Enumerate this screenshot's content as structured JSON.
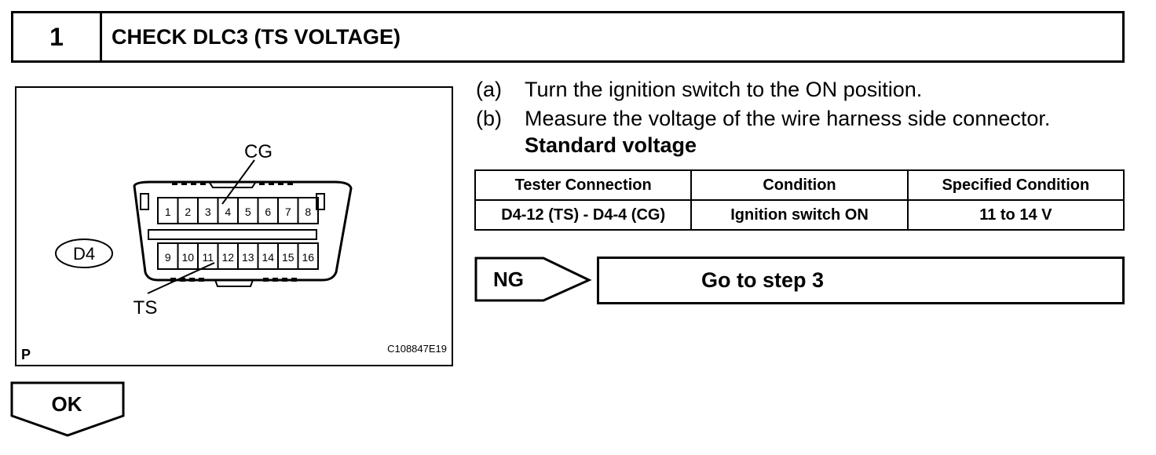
{
  "header": {
    "step_number": "1",
    "title": "CHECK DLC3 (TS VOLTAGE)"
  },
  "diagram": {
    "label_cg": "CG",
    "label_ts": "TS",
    "connector_label": "D4",
    "corner_mark": "P",
    "figure_code": "C108847E19",
    "pins_top": [
      "1",
      "2",
      "3",
      "4",
      "5",
      "6",
      "7",
      "8"
    ],
    "pins_bottom": [
      "9",
      "10",
      "11",
      "12",
      "13",
      "14",
      "15",
      "16"
    ]
  },
  "instructions": [
    {
      "mark": "(a)",
      "text": "Turn the ignition switch to the ON position."
    },
    {
      "mark": "(b)",
      "text": "Measure the voltage of the wire harness side connector."
    }
  ],
  "standard_label": "Standard voltage",
  "table": {
    "headers": [
      "Tester Connection",
      "Condition",
      "Specified Condition"
    ],
    "rows": [
      [
        "D4-12 (TS) - D4-4 (CG)",
        "Ignition switch ON",
        "11 to 14 V"
      ]
    ]
  },
  "result_ng": {
    "label": "NG",
    "action": "Go to step 3"
  },
  "result_ok": {
    "label": "OK"
  }
}
